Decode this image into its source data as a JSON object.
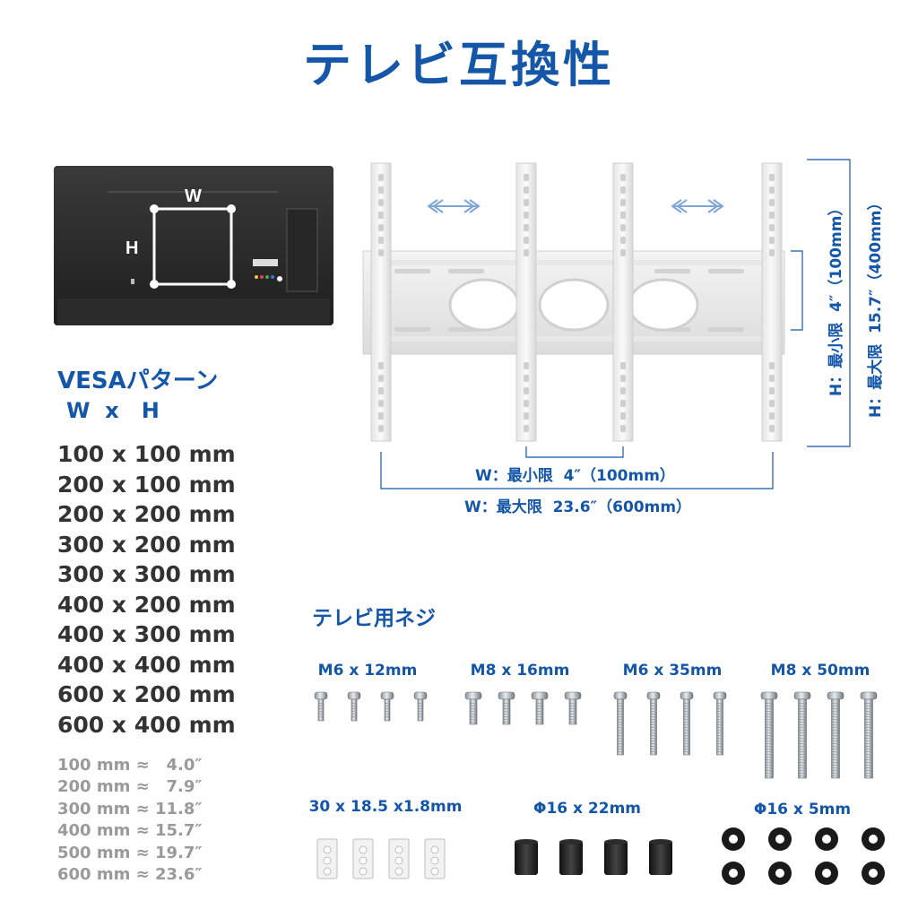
{
  "title": "テレビ互換性",
  "tv_labels": {
    "w": "W",
    "h": "H"
  },
  "vesa": {
    "heading": "VESAパターン",
    "sub": "W  x   H",
    "patterns": [
      "100 x 100 mm",
      "200 x 100 mm",
      "200 x 200 mm",
      "300 x 200 mm",
      "300 x 300 mm",
      "400 x 200 mm",
      "400 x 300 mm",
      "400 x 400 mm",
      "600 x 200 mm",
      "600 x 400 mm"
    ],
    "conversions": [
      "100 mm ≈   4.0″",
      "200 mm ≈   7.9″",
      "300 mm ≈ 11.8″",
      "400 mm ≈ 15.7″",
      "500 mm ≈ 19.7″",
      "600 mm ≈ 23.6″"
    ]
  },
  "dimensions": {
    "w_min": "W：最小限  4″（100mm）",
    "w_max": "W：最大限  23.6″（600mm）",
    "h_min": "H：最小限  4″（100mm）",
    "h_max": "H：最大限  15.7″（400mm）"
  },
  "screws": {
    "heading": "テレビ用ネジ",
    "items": [
      "M6 x 12mm",
      "M8 x 16mm",
      "M6 x 35mm",
      "M8 x 50mm"
    ]
  },
  "accessories": {
    "items": [
      "30 x 18.5 x1.8mm",
      "Φ16 x 22mm",
      "Φ16 x 5mm"
    ]
  },
  "colors": {
    "accent": "#1456a8",
    "text": "#333333",
    "muted": "#9a9a9a"
  }
}
